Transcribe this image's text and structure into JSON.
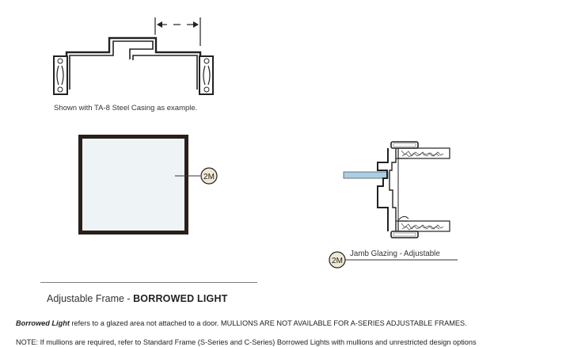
{
  "top_caption": "Shown with TA-8 Steel Casing as example.",
  "badges": {
    "elevation": "2M",
    "section": "2M"
  },
  "jamb_label": "Jamb Glazing - Adjustable",
  "title": {
    "prefix": "Adjustable Frame - ",
    "emphasis": "BORROWED LIGHT"
  },
  "description": {
    "term": "Borrowed Light",
    "line1_rest": " refers to a glazed area not attached to a door. MULLIONS ARE NOT AVAILABLE FOR A-SERIES ADJUSTABLE FRAMES.",
    "line2": "NOTE: If mullions are required, refer to Standard Frame (S-Series and C-Series) Borrowed Lights with mullions and unrestricted design options"
  },
  "colors": {
    "frame_dark": "#2b1f1a",
    "glass_fill": "#eef3f6",
    "glass_section": "#a9cfe6",
    "badge_fill": "#efe9d2",
    "line": "#222222"
  }
}
